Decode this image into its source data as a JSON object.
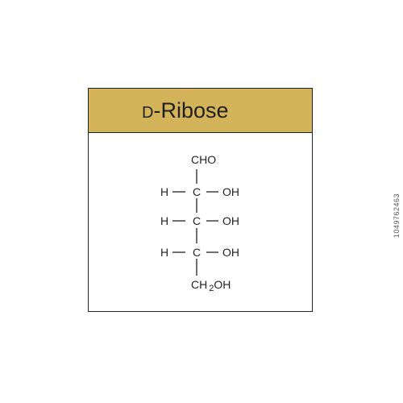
{
  "title": {
    "prefix": "D",
    "main": "-Ribose"
  },
  "colors": {
    "header": "#d4b45a",
    "border": "#222222",
    "text": "#231f20"
  },
  "structure": {
    "top_group": "CHO",
    "carbon": "C",
    "hydrogen": "H",
    "hydroxyl": "OH",
    "bottom_group_left": "CH",
    "bottom_group_sub": "2",
    "bottom_group_right": "OH"
  },
  "watermark": "1049762463"
}
